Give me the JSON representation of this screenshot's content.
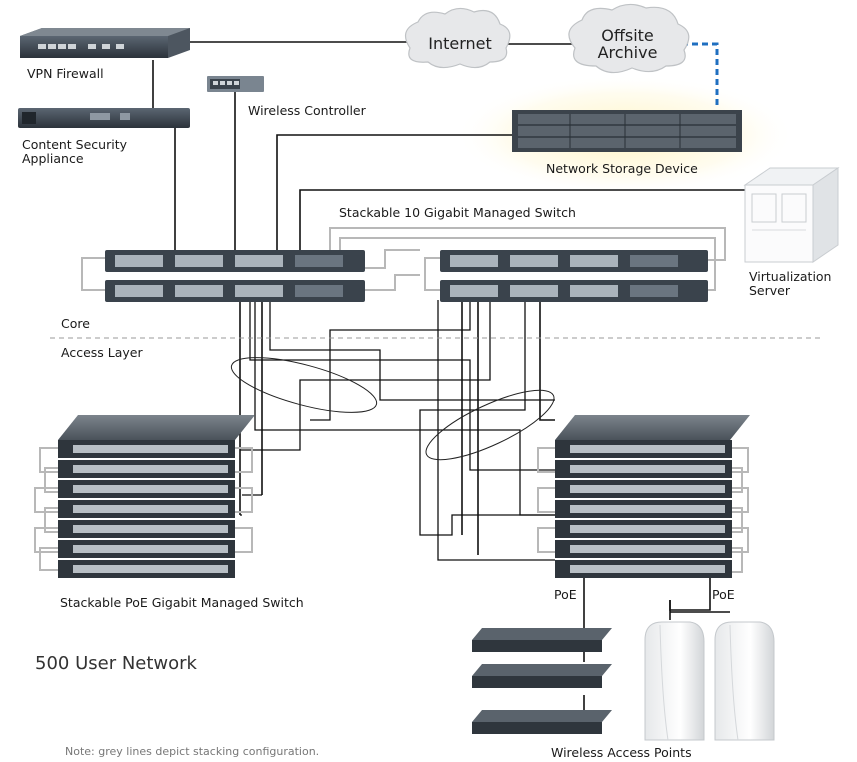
{
  "title": "500 User Network",
  "note": "Note: grey lines depict stacking configuration.",
  "layers": {
    "core": "Core",
    "access": "Access Layer"
  },
  "devices": {
    "vpn_firewall": "VPN Firewall",
    "content_security": "Content Security Appliance",
    "wireless_controller": "Wireless Controller",
    "network_storage": "Network Storage Device",
    "virtualization_server": "Virtualization Server",
    "core_switch": "Stackable 10 Gigabit Managed Switch",
    "poe_switch": "Stackable PoE Gigabit Managed Switch",
    "access_points": "Wireless Access Points"
  },
  "clouds": {
    "internet": "Internet",
    "offsite_archive": "Offsite Archive"
  },
  "links": {
    "poe_left": "PoE",
    "poe_right": "PoE"
  },
  "colors": {
    "device_dark": "#2e3640",
    "device_face": "#3c4652",
    "link_black": "#111111",
    "stack_grey": "#b8b8b8",
    "offsite_link": "#1f6fc0",
    "storage_glow": "#fff1b8",
    "dashed_divider": "#999999"
  }
}
